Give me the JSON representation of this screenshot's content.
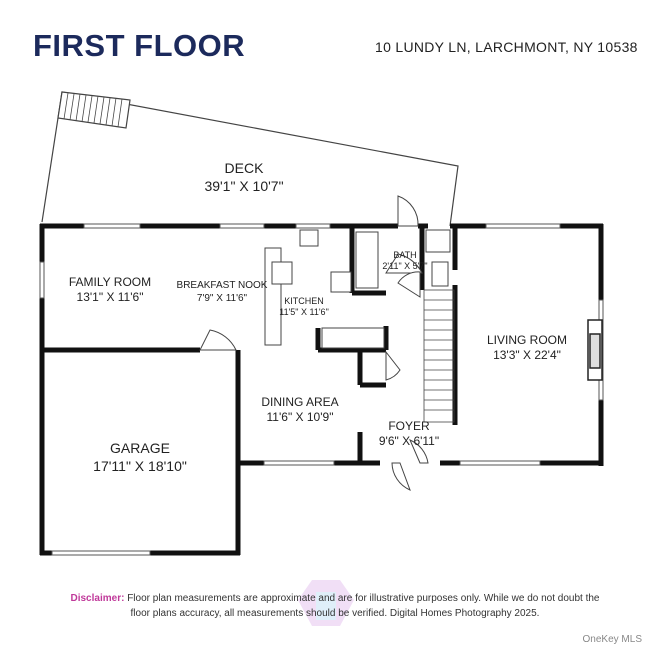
{
  "header": {
    "title": "FIRST FLOOR",
    "address": "10 LUNDY LN, LARCHMONT, NY 10538"
  },
  "rooms": [
    {
      "name": "DECK",
      "dims": "39'1\" X 10'7\""
    },
    {
      "name": "FAMILY ROOM",
      "dims": "13'1\" X 11'6\""
    },
    {
      "name": "BREAKFAST NOOK",
      "dims": "7'9\" X 11'6\""
    },
    {
      "name": "KITCHEN",
      "dims": "11'5\" X 11'6\""
    },
    {
      "name": "BATH",
      "dims": "2'11\" X 5'7\""
    },
    {
      "name": "LIVING ROOM",
      "dims": "13'3\" X 22'4\""
    },
    {
      "name": "DINING AREA",
      "dims": "11'6\" X 10'9\""
    },
    {
      "name": "FOYER",
      "dims": "9'6\" X 6'11\""
    },
    {
      "name": "GARAGE",
      "dims": "17'11\" X 18'10\""
    }
  ],
  "footer": {
    "disclaimer_label": "Disclaimer:",
    "disclaimer_text": "Floor plan measurements are approximate and are for illustrative purposes only. While we do not doubt the floor plans accuracy, all measurements should be verified. Digital Homes Photography 2025.",
    "watermark": "OneKey MLS"
  },
  "colors": {
    "title": "#1c2a5c",
    "disclaimer_label": "#c0399a",
    "walls": "#111111"
  }
}
